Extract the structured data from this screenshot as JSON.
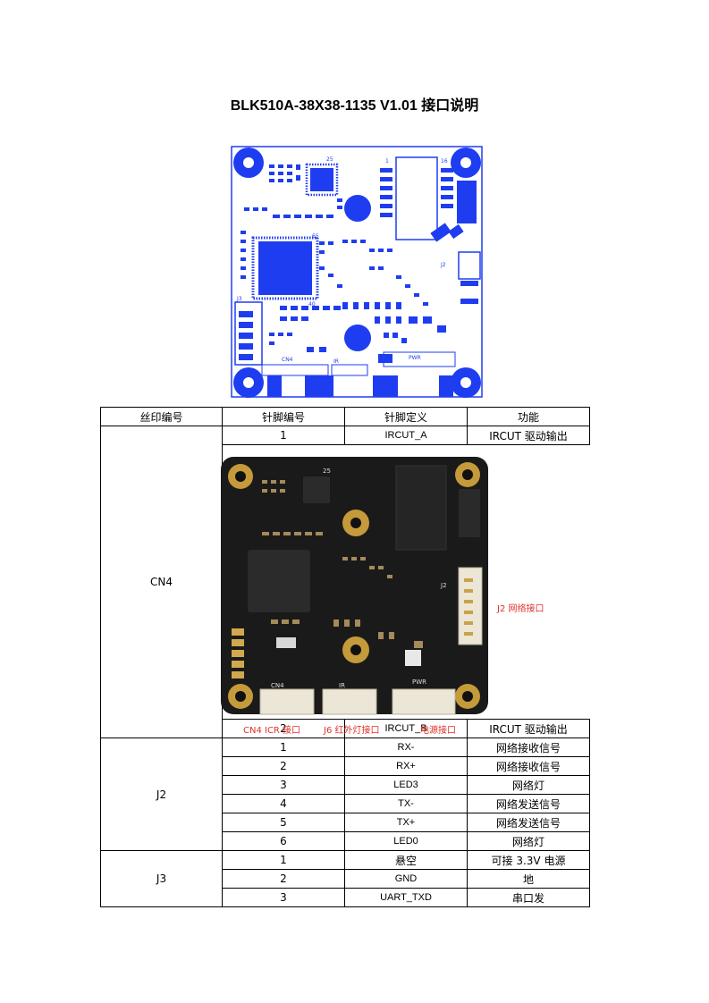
{
  "title": "BLK510A-38X38-1135 V1.01 接口说明",
  "table": {
    "headers": [
      "丝印编号",
      "针脚编号",
      "针脚定义",
      "功能"
    ],
    "groups": [
      {
        "name": "CN4",
        "rows": [
          {
            "pin": "1",
            "def": "IRCUT_A",
            "func": "IRCUT 驱动输出"
          },
          {
            "pin": "2",
            "def": "IRCUT_B",
            "func": "IRCUT 驱动输出"
          }
        ]
      },
      {
        "name": "J2",
        "rows": [
          {
            "pin": "1",
            "def": "RX-",
            "func": "网络接收信号"
          },
          {
            "pin": "2",
            "def": "RX+",
            "func": "网络接收信号"
          },
          {
            "pin": "3",
            "def": "LED3",
            "func": "网络灯"
          },
          {
            "pin": "4",
            "def": "TX-",
            "func": "网络发送信号"
          },
          {
            "pin": "5",
            "def": "TX+",
            "func": "网络发送信号"
          },
          {
            "pin": "6",
            "def": "LED0",
            "func": "网络灯"
          }
        ]
      },
      {
        "name": "J3",
        "rows": [
          {
            "pin": "1",
            "def": "悬空",
            "func": "可接 3.3V 电源"
          },
          {
            "pin": "2",
            "def": "GND",
            "func": "地"
          },
          {
            "pin": "3",
            "def": "UART_TXD",
            "func": "串口发"
          }
        ]
      }
    ]
  },
  "photo_labels": {
    "j2": "J2 网络接口",
    "cn4": "CN4 ICR 接口",
    "j6": "J6 红外灯接口",
    "pwr": "电源接口"
  },
  "diagram_labels": {
    "pin25": "25",
    "pin1": "1",
    "pin16": "16",
    "j2": "J2",
    "j3": "J3",
    "cn4": "CN4",
    "ir": "IR",
    "pwr": "PWR",
    "n40": "40",
    "n65": "65"
  },
  "photo_silk": {
    "j2": "J2",
    "ir": "IR",
    "pwr": "PWR",
    "cn4": "CN4",
    "n25": "25"
  },
  "colors": {
    "pcb_blue": "#1f3df0",
    "board_black": "#1a1a1a",
    "label_red": "#e0302a"
  }
}
